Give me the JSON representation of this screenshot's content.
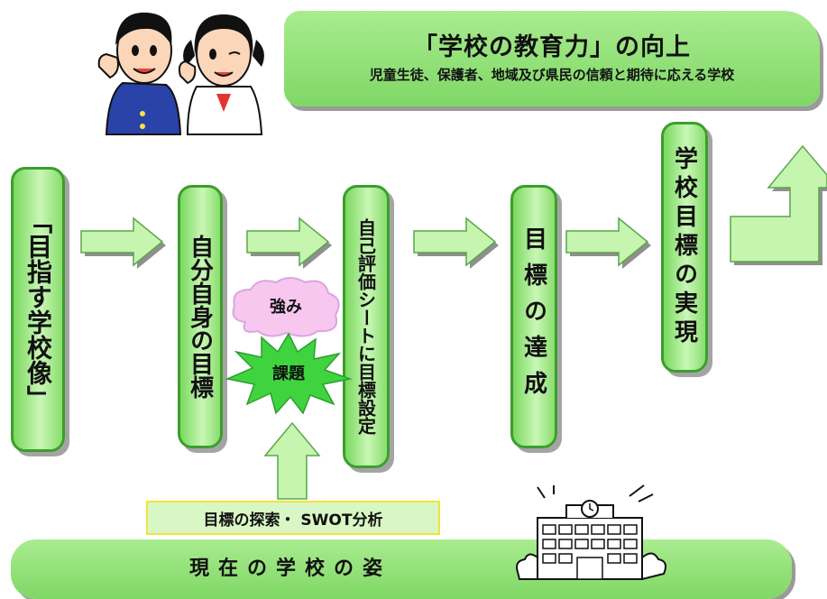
{
  "banner": {
    "title": "「学校の教育力」の向上",
    "subtitle": "児童生徒、保護者、地域及び県民の信頼と期待に応える学校"
  },
  "steps": {
    "vision": "「目指す学校像」",
    "self_goal": "自分自身の目標",
    "evaluation": "自己評価シートに目標設定",
    "achievement": "目標の達成",
    "realization": "学校目標の実現"
  },
  "labels": {
    "strengths": "強み",
    "issues": "課題",
    "swot": "目標の探索・ SWOT分析",
    "current": "現在の学校の姿"
  },
  "icons": [
    "students-illustration-icon",
    "school-building-icon"
  ],
  "colors": {
    "box_fill": "#b5f09e",
    "box_border": "#3c9e2c",
    "arrow_fill": "#c6f5b0",
    "cloud_fill": "#f7c7ef",
    "burst_fill": "#3fd43f"
  }
}
